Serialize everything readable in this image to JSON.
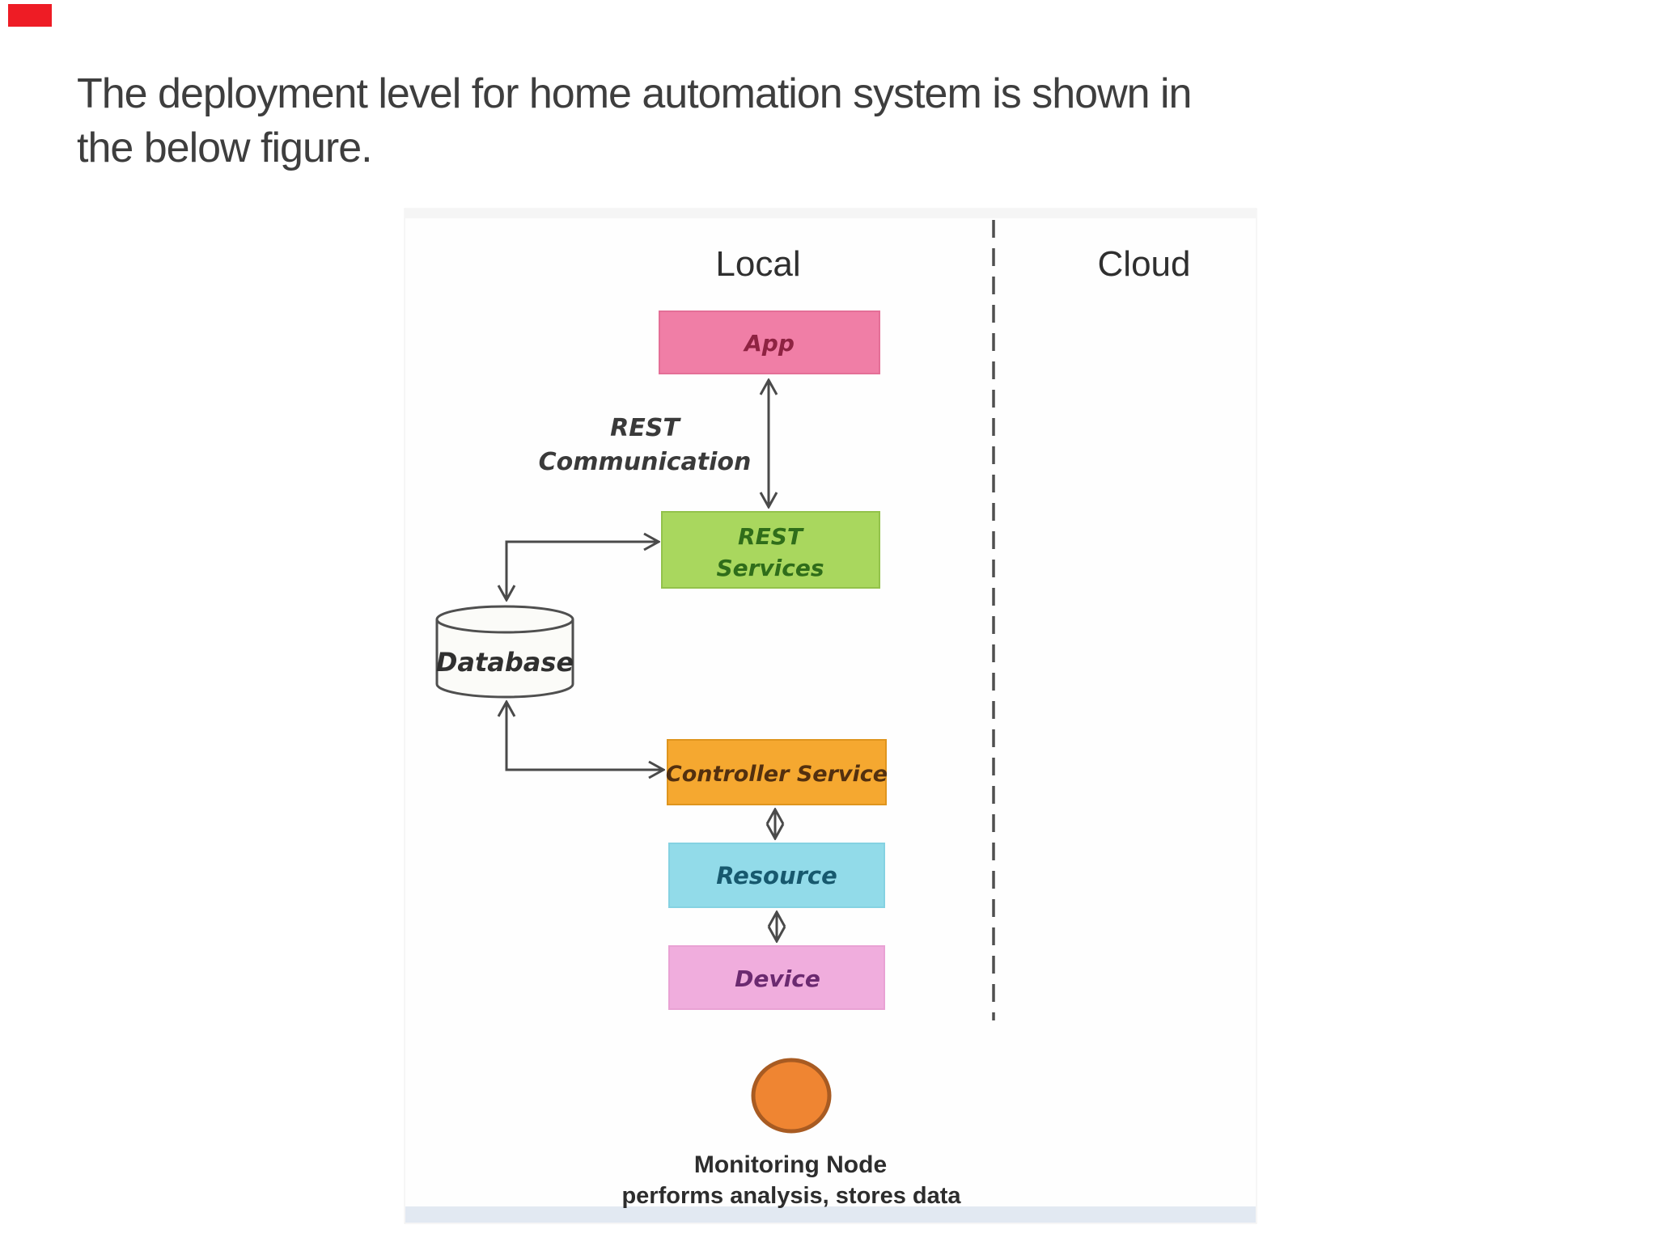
{
  "marker": {
    "color": "#ee1c25"
  },
  "title": {
    "line1": "The deployment level for home automation system is shown in",
    "line2": "the below figure."
  },
  "figure": {
    "zones": {
      "local": "Local",
      "cloud": "Cloud"
    },
    "colors": {
      "arrow": "#4a4a4a",
      "separator": "#4f4f4f",
      "panel_bg": "#fefefe",
      "panel_border": "#ededed",
      "top_band": "#f3f3f3",
      "footer_strip": "#e2e9f2"
    },
    "labels": {
      "rest_comm_line1": "REST",
      "rest_comm_line2": "Communication"
    },
    "nodes": {
      "app": {
        "label": "App",
        "fill": "#f07ea6",
        "border": "#e46f97",
        "text": "#8e2342"
      },
      "rest_services": {
        "line1": "REST",
        "line2": "Services",
        "fill": "#a9d75e",
        "border": "#93c24b",
        "text": "#2f6d1a"
      },
      "database": {
        "label": "Database",
        "fill": "#fbfbf8",
        "border": "#4f4f4f",
        "text": "#303030"
      },
      "controller": {
        "label": "Controller Service",
        "fill": "#f5a830",
        "border": "#df951e",
        "text": "#53300f"
      },
      "resource": {
        "label": "Resource",
        "fill": "#92dbe9",
        "border": "#85d2e2",
        "text": "#17596e"
      },
      "device": {
        "label": "Device",
        "fill": "#f0addd",
        "border": "#e9a2d4",
        "text": "#6b2a70"
      },
      "monitoring": {
        "fill": "#ef8532",
        "border": "#a85b22",
        "caption1": "Monitoring Node",
        "caption2": "performs analysis, stores data"
      }
    }
  }
}
